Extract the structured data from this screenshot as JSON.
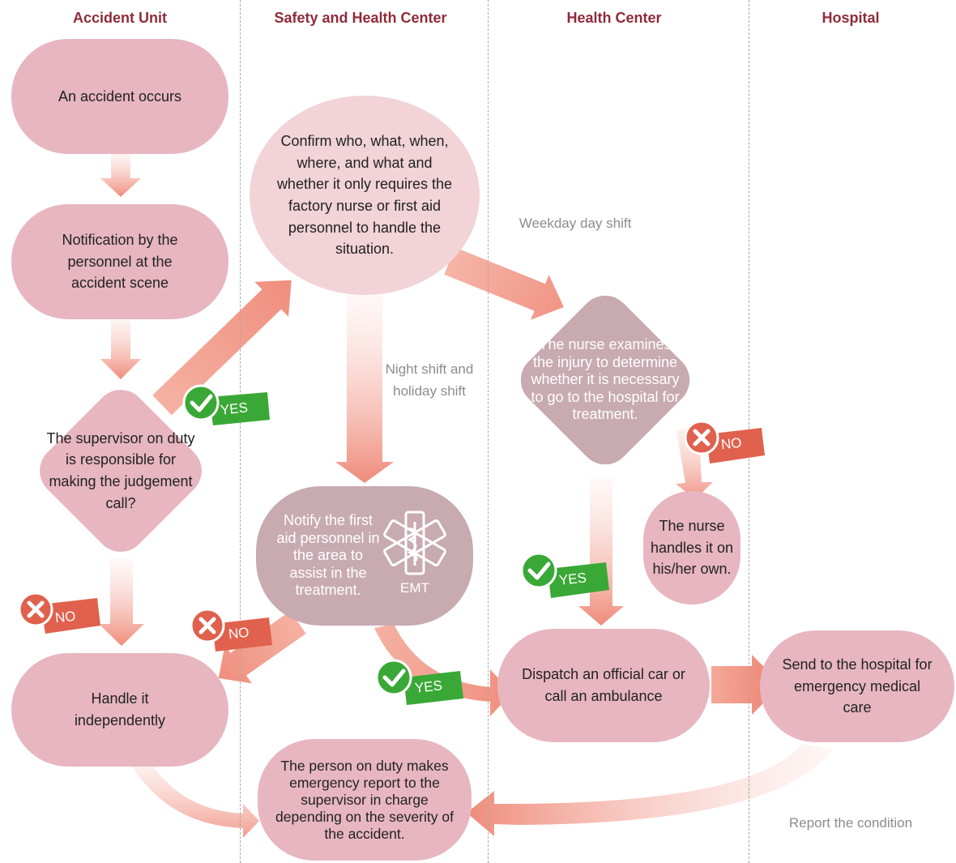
{
  "lanes": {
    "accident_unit": "Accident Unit",
    "safety_health_center": "Safety and Health Center",
    "health_center": "Health Center",
    "hospital": "Hospital"
  },
  "nodes": {
    "accident_occurs": "An accident occurs",
    "notification": "Notification by the personnel at the accident scene",
    "supervisor_decision": "The supervisor on duty is responsible for making the judgement call?",
    "confirm_details": "Confirm who, what, when, where, and what and whether it only requires the factory nurse or first aid personnel to handle the situation.",
    "notify_first_aid": "Notify the first aid personnel in the area to assist in the treatment.",
    "emt_icon_label": "EMT",
    "nurse_examines": "The nurse examines the injury to determine whether it is necessary to go to the hospital for treatment.",
    "nurse_handles": "The nurse handles it on his/her own.",
    "handle_independently": "Handle it independently",
    "dispatch_car": "Dispatch an official car or call an ambulance",
    "send_hospital": "Send to the hospital for emergency medical care",
    "emergency_report": "The person on duty makes emergency report to the supervisor in charge depending on the severity of the accident."
  },
  "labels": {
    "weekday_day_shift": "Weekday day shift",
    "night_holiday_shift": "Night shift and holiday shift",
    "report_condition": "Report the condition"
  },
  "badges": {
    "yes": "YES",
    "no": "NO"
  },
  "colors": {
    "header": "#8f2b3a",
    "node_pink": "#e7b6c1",
    "node_light": "#f1d3d8",
    "node_grey": "#c8aab1",
    "arrow": "#ef8c7c",
    "yes_green": "#3aa836",
    "no_red": "#e0614d"
  },
  "icons": [
    "check-icon",
    "cross-icon",
    "emt-star-of-life-icon"
  ]
}
